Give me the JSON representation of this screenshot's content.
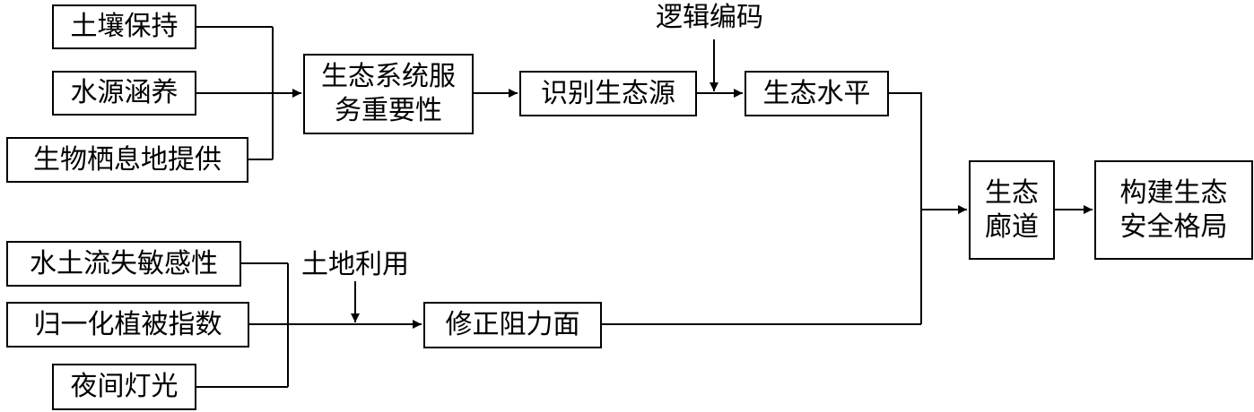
{
  "boxes": {
    "soil_retention": "土壤保持",
    "water_conservation": "水源涵养",
    "habitat_provision": "生物栖息地提供",
    "ecosystem_service_importance": "生态系统服\n务重要性",
    "identify_ecological_sources": "识别生态源",
    "ecological_level": "生态水平",
    "ecological_corridor": "生态\n廊道",
    "build_security_pattern": "构建生态\n安全格局",
    "soil_erosion_sensitivity": "水土流失敏感性",
    "ndvi": "归一化植被指数",
    "night_light": "夜间灯光",
    "corrected_resistance_surface": "修正阻力面"
  },
  "labels": {
    "logic_coding": "逻辑编码",
    "land_use": "土地利用"
  }
}
